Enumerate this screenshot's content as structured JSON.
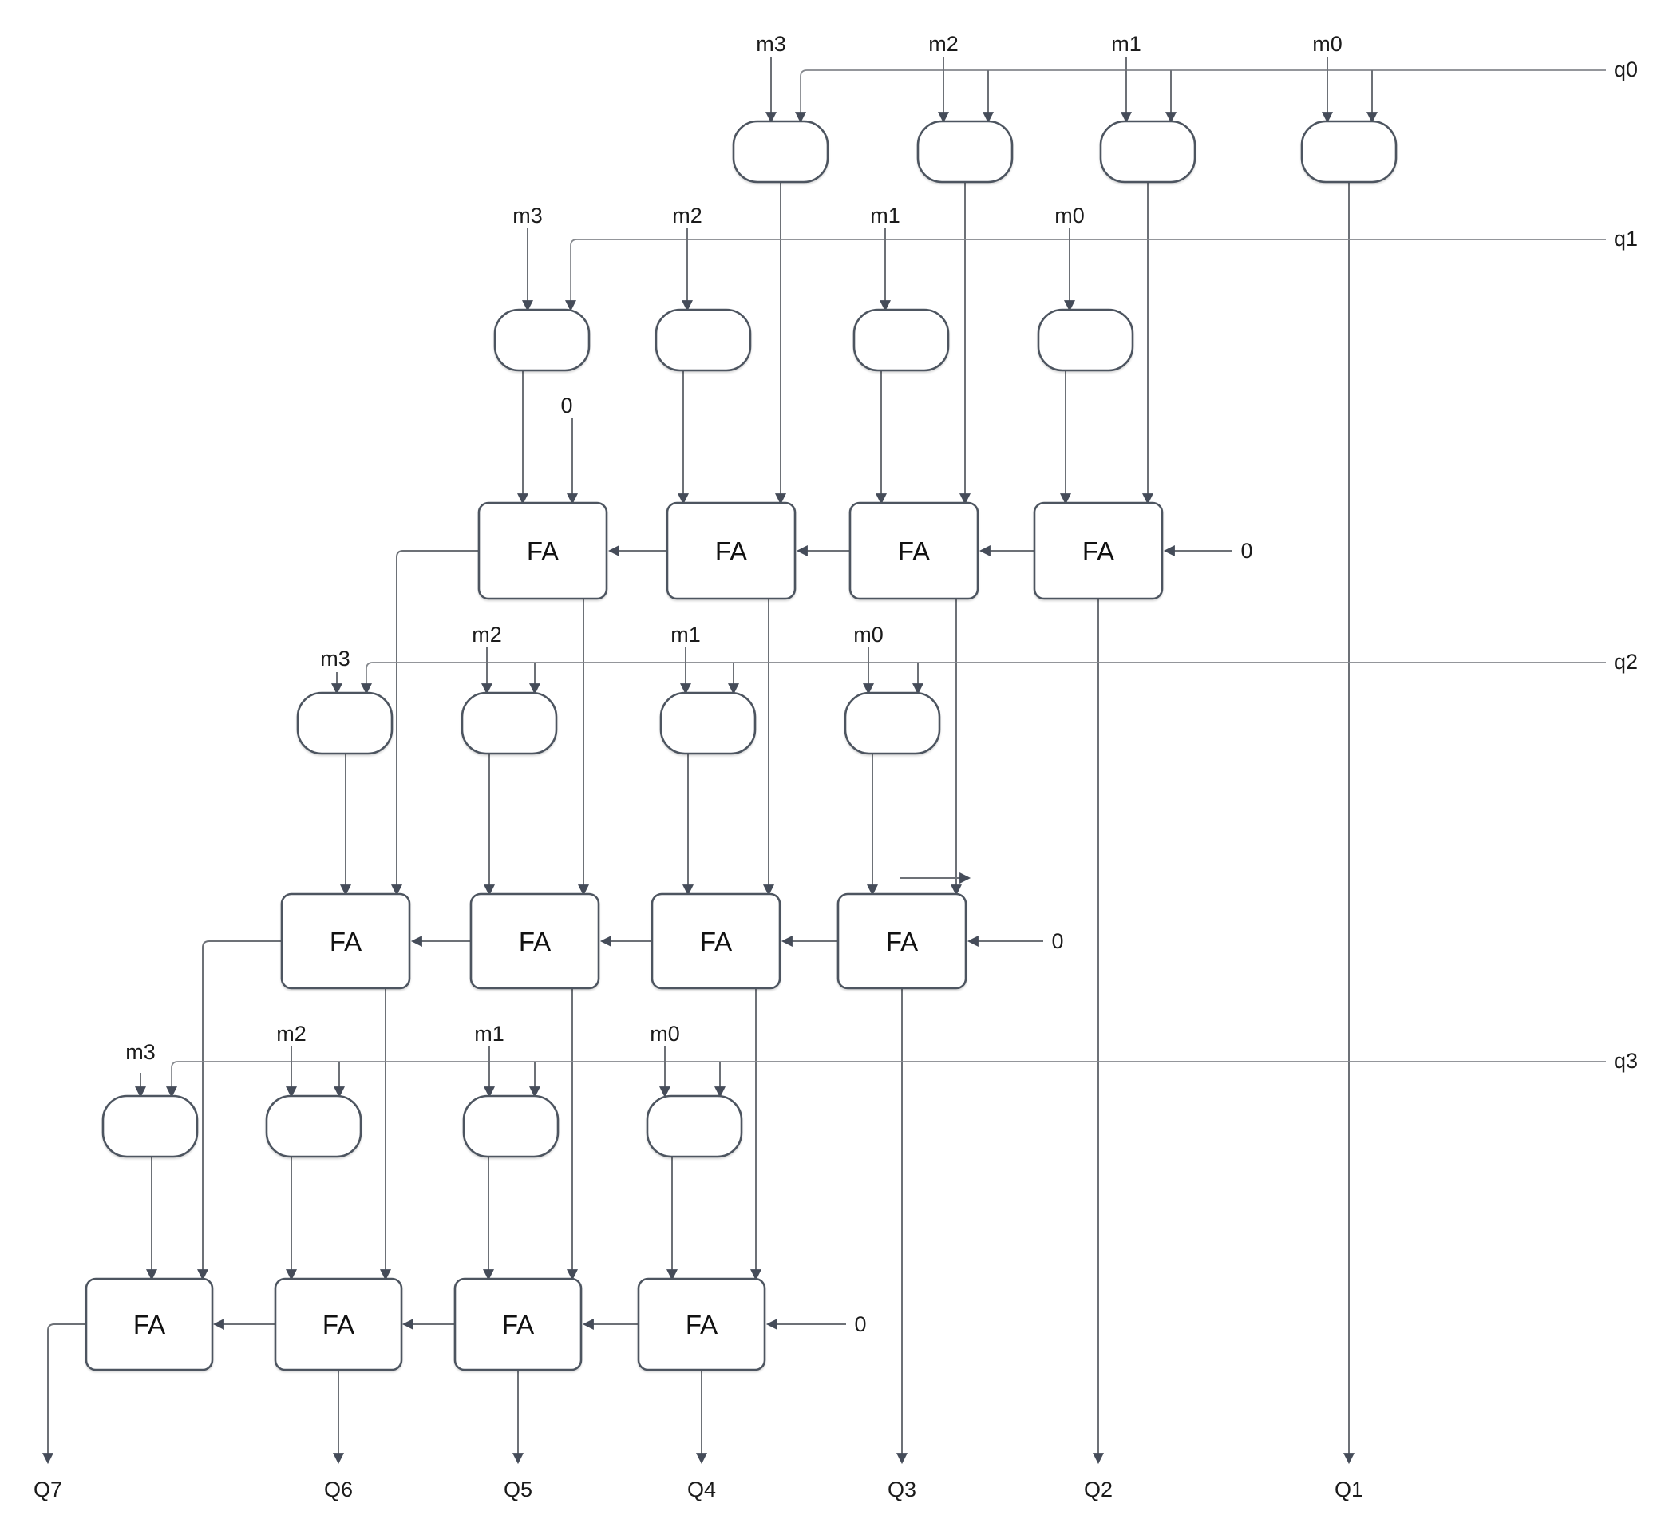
{
  "palette": {
    "background": "#ffffff",
    "wire": "#6d7177",
    "rail": "#85888d",
    "shape_border": "#4d5560",
    "shape_fill": "#ffffff",
    "text": "#1b1b1b"
  },
  "rails": [
    "q0",
    "q1",
    "q2",
    "q3"
  ],
  "and_rows": [
    {
      "rail": "q0",
      "gate_labels": [
        "m3",
        "m2",
        "m1",
        "m0"
      ]
    },
    {
      "rail": "q1",
      "gate_labels": [
        "m3",
        "m2",
        "m1",
        "m0"
      ]
    },
    {
      "rail": "q2",
      "gate_labels": [
        "m3",
        "m2",
        "m1",
        "m0"
      ]
    },
    {
      "rail": "q3",
      "gate_labels": [
        "m3",
        "m2",
        "m1",
        "m0"
      ]
    }
  ],
  "fa_unit_label": "FA",
  "carry_in_label": "0",
  "outputs": [
    "Q7",
    "Q6",
    "Q5",
    "Q4",
    "Q3",
    "Q2",
    "Q1"
  ]
}
